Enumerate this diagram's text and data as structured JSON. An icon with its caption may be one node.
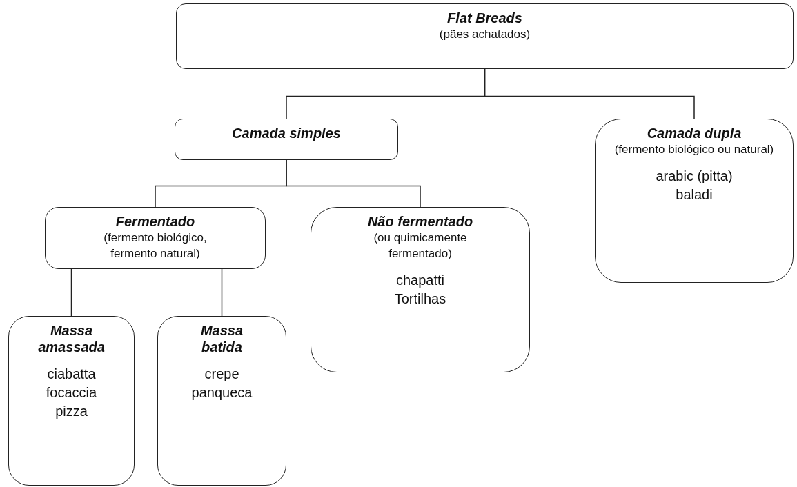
{
  "diagram": {
    "nodes": [
      {
        "text": [
          "Flat Breads",
          "(pães achatados)"
        ]
      },
      {
        "text": [
          "Camada simples"
        ]
      },
      {
        "text": [
          "Camada dupla",
          "(fermento biológico ou natural)",
          "arabic (pitta) baladi"
        ]
      },
      {
        "text": [
          "Fermentado",
          "(fermento biológico, fermento natural)"
        ]
      },
      {
        "text": [
          "Não fermentado",
          "(ou quimicamente fermentado)",
          "chapatti Tortilhas"
        ]
      },
      {
        "text": [
          "Massa amassada",
          "ciabatta focaccia pizza"
        ]
      },
      {
        "text": [
          "Massa batida",
          "crepe panqueca"
        ]
      }
    ],
    "edges": [
      {
        "from": 0,
        "to": 1,
        "arrow": "none"
      },
      {
        "from": 0,
        "to": 2,
        "arrow": "none"
      },
      {
        "from": 1,
        "to": 3,
        "arrow": "none"
      },
      {
        "from": 1,
        "to": 4,
        "arrow": "none"
      },
      {
        "from": 3,
        "to": 5,
        "arrow": "none"
      },
      {
        "from": 3,
        "to": 6,
        "arrow": "none"
      }
    ]
  }
}
